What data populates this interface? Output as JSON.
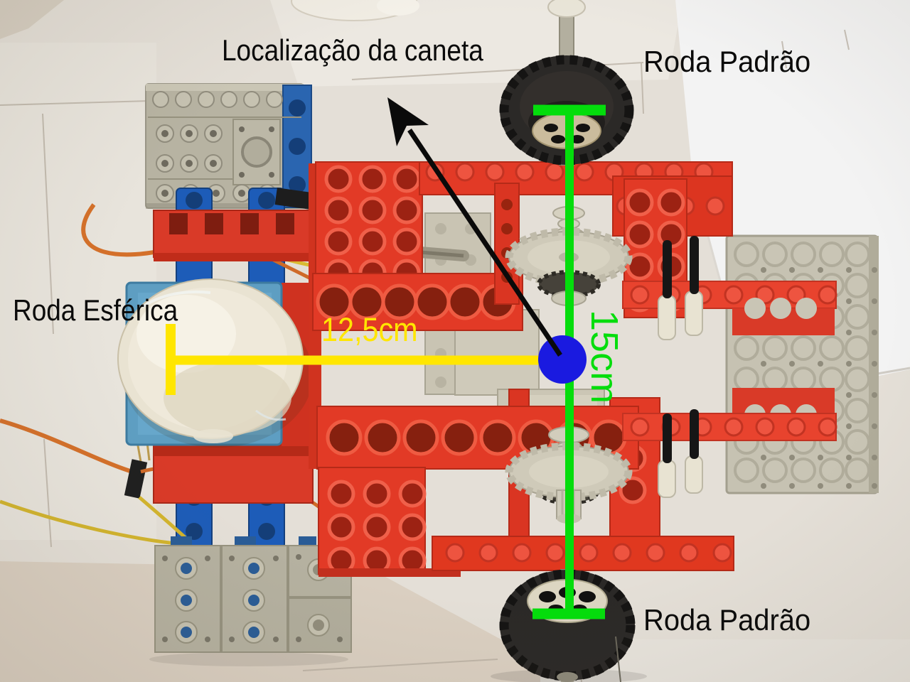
{
  "annotations": {
    "pen_location_label": "Localização da caneta",
    "top_wheel_label": "Roda Padrão",
    "bottom_wheel_label": "Roda Padrão",
    "caster_label": "Roda Esférica",
    "horizontal_distance_label": "12,5cm",
    "vertical_distance_label": "15cm"
  },
  "measurements": {
    "caster_to_pen": "12,5cm",
    "front_to_back_wheel": "15cm"
  },
  "colors": {
    "measure_yellow": "#ffe600",
    "measure_green": "#04dd0c",
    "pen_dot_blue": "#1a1ae0",
    "annotation_black": "#0a0a0a"
  }
}
